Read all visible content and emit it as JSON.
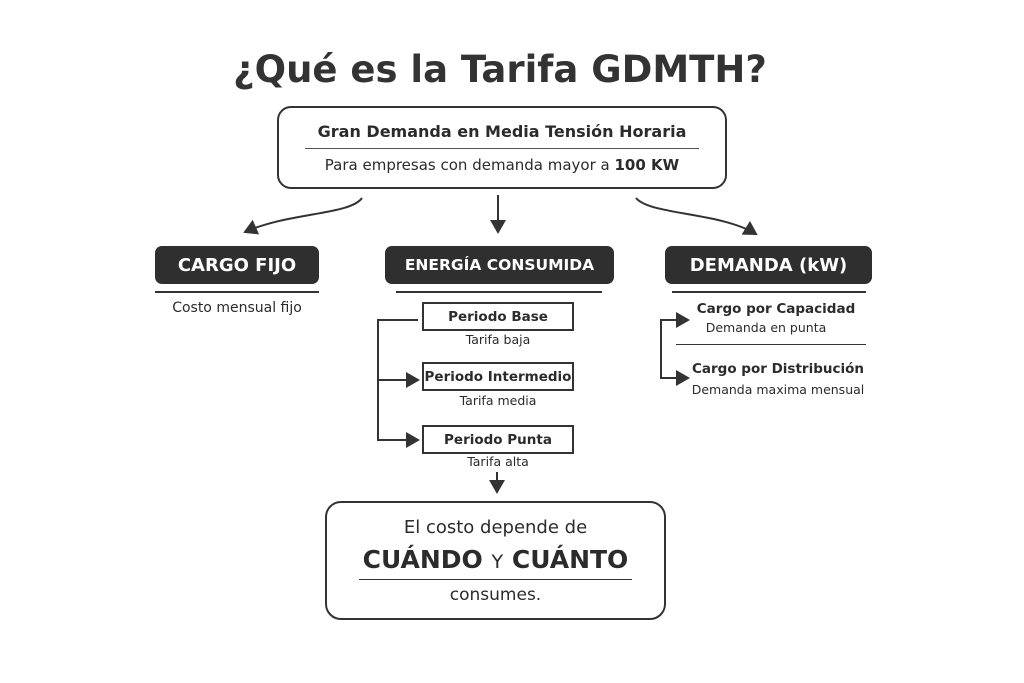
{
  "title": "¿Qué es la Tarifa GDMTH?",
  "top": {
    "heading": "Gran Demanda en Media Tensión Horaria",
    "subtitle_prefix": "Para empresas con demanda mayor a ",
    "subtitle_bold": "100 KW"
  },
  "cargo_fijo": {
    "label": "CARGO FIJO",
    "desc": "Costo mensual fijo"
  },
  "energia": {
    "label": "ENERGÍA CONSUMIDA",
    "periods": [
      {
        "name": "Periodo Base",
        "desc": "Tarifa baja"
      },
      {
        "name": "Periodo Intermedio",
        "desc": "Tarifa media"
      },
      {
        "name": "Periodo Punta",
        "desc": "Tarifa alta"
      }
    ]
  },
  "demanda": {
    "label": "DEMANDA (kW)",
    "items": [
      {
        "name": "Cargo por Capacidad",
        "desc": "Demanda en punta"
      },
      {
        "name": "Cargo por Distribución",
        "desc": "Demanda maxima mensual"
      }
    ]
  },
  "bottom": {
    "line1": "El costo depende de",
    "when": "CUÁNDO",
    "y": "Y",
    "how_much": "CUÁNTO",
    "line3": "consumes."
  }
}
